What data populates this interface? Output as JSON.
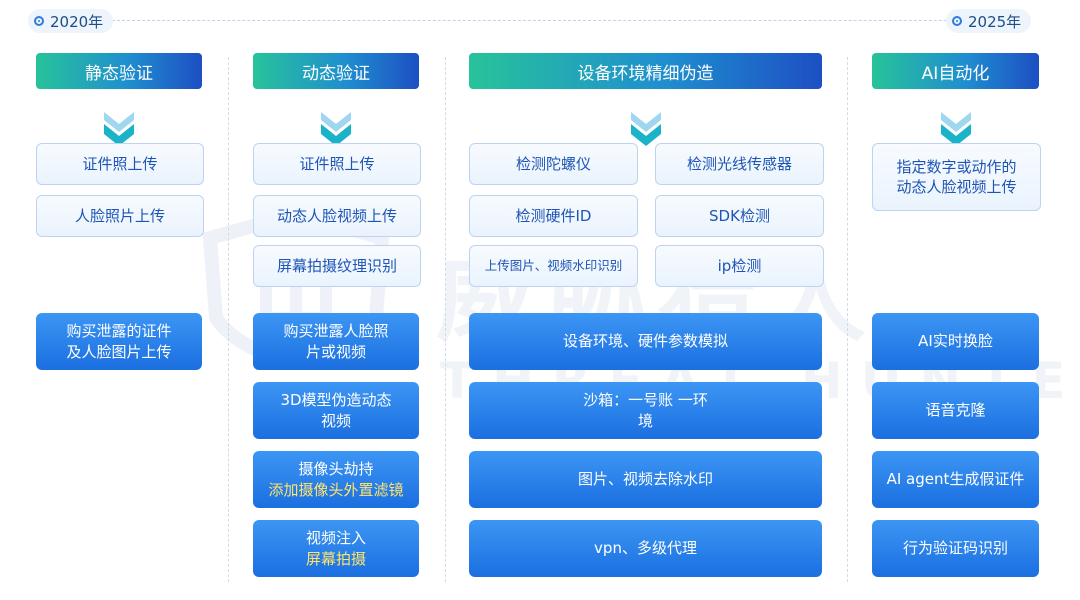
{
  "timeline": {
    "start_year": "2020年",
    "end_year": "2025年"
  },
  "watermark": {
    "cn": "威胁猎人",
    "en": "THREAT HUNTER"
  },
  "colors": {
    "header_start": "#27c39a",
    "header_end": "#1d4fc3",
    "light_box_text": "#1e55b5",
    "dark_box_bg": "#1b6fe0",
    "highlight_text": "#ffe46b"
  },
  "columns": [
    {
      "title": "静态验证",
      "methods": [
        "证件照上传",
        "人脸照片上传"
      ],
      "attacks": [
        {
          "line1": "购买泄露的证件",
          "line2": "及人脸图片上传"
        }
      ]
    },
    {
      "title": "动态验证",
      "methods": [
        "证件照上传",
        "动态人脸视频上传",
        "屏幕拍摄纹理识别"
      ],
      "attacks": [
        {
          "line1": "购买泄露人脸照",
          "line2": "片或视频"
        },
        {
          "line1": "3D模型伪造动态",
          "line2": "视频"
        },
        {
          "line1": "摄像头劫持",
          "line2": "添加摄像头外置滤镜"
        },
        {
          "line1": "视频注入",
          "line2": "屏幕拍摄"
        }
      ]
    },
    {
      "title": "设备环境精细伪造",
      "methods": [
        "检测陀螺仪",
        "检测光线传感器",
        "检测硬件ID",
        "SDK检测",
        "上传图片、视频水印识别",
        "ip检测"
      ],
      "attacks": [
        {
          "line1": "设备环境、硬件参数模拟",
          "line2": ""
        },
        {
          "line1": "沙箱：一号账 一环",
          "line2": "境"
        },
        {
          "line1": "图片、视频去除水印",
          "line2": ""
        },
        {
          "line1": "vpn、多级代理",
          "line2": ""
        }
      ]
    },
    {
      "title": "AI自动化",
      "methods": [
        {
          "line1": "指定数字或动作的",
          "line2": "动态人脸视频上传"
        }
      ],
      "attacks": [
        "AI实时换脸",
        "语音克隆",
        "AI agent生成假证件",
        "行为验证码识别"
      ]
    }
  ]
}
